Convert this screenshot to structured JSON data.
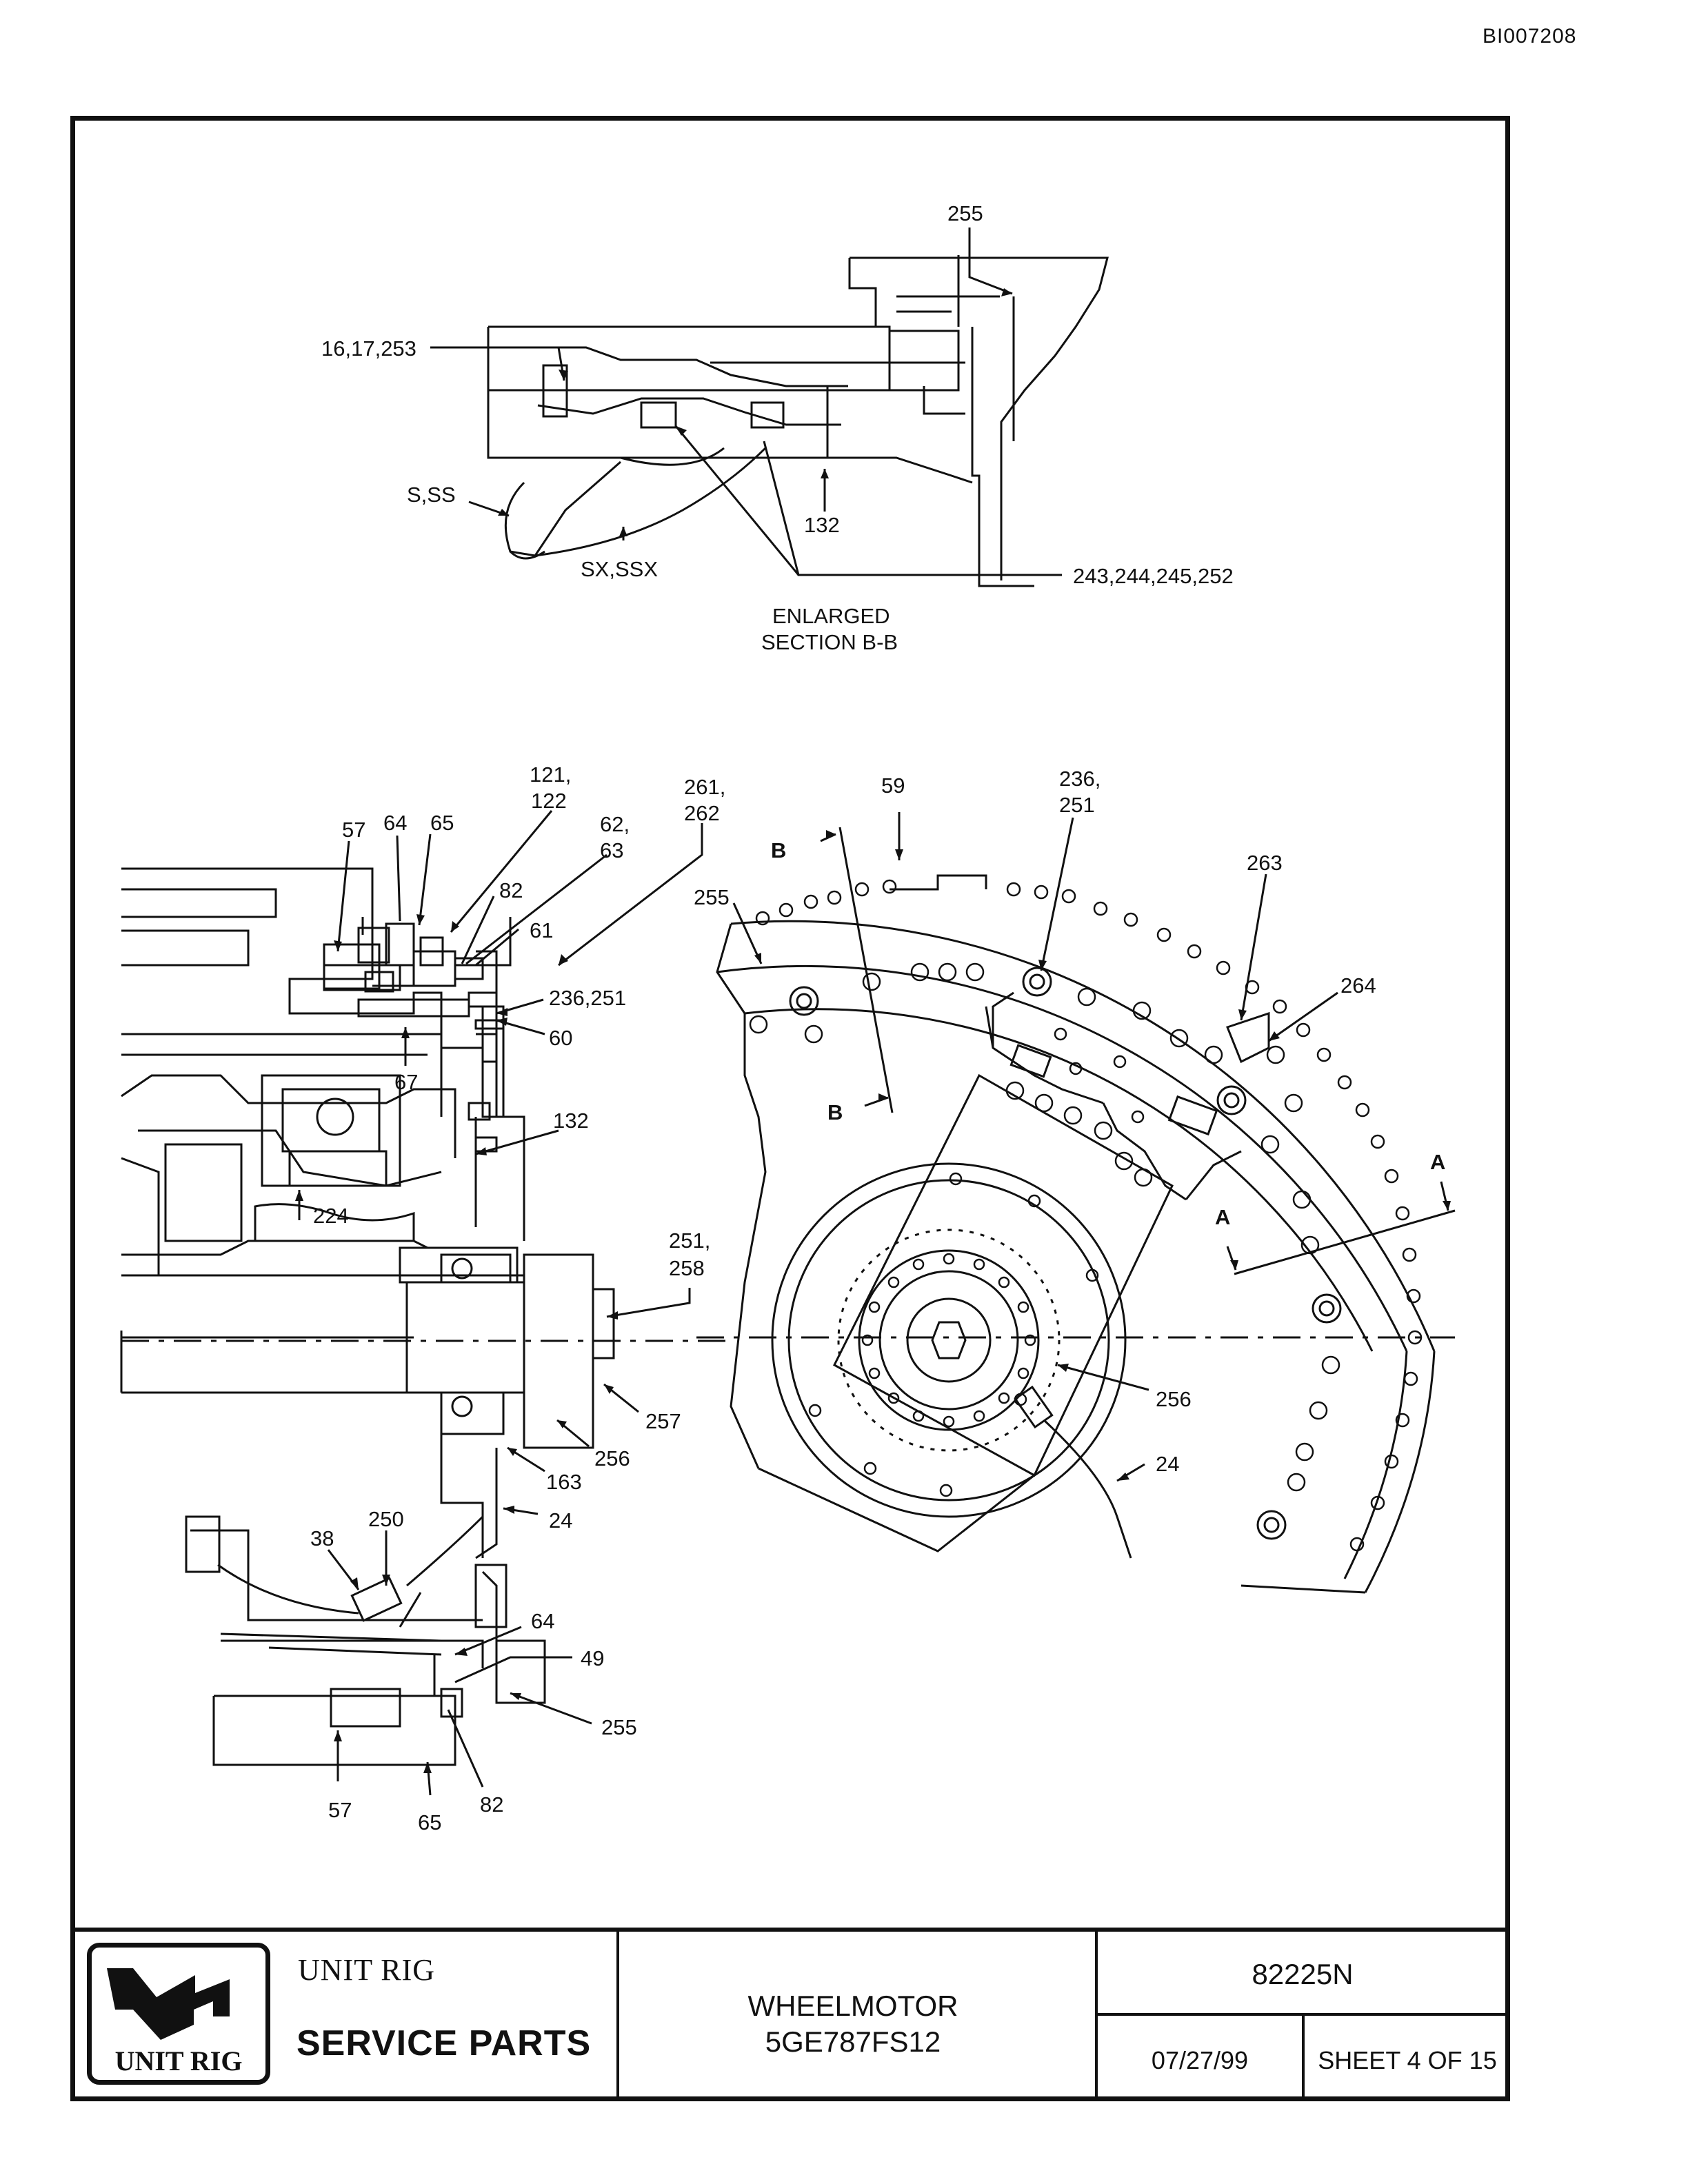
{
  "document": {
    "id": "BI007208"
  },
  "callouts": {
    "c255a": "255",
    "c16": "16,17,253",
    "sss": "S,SS",
    "c132a": "132",
    "sxssx": "SX,SSX",
    "c243": "243,244,245,252",
    "section_line1": "ENLARGED",
    "section_line2": "SECTION B-B",
    "c121a": "121,",
    "c121b": "122",
    "c261a": "261,",
    "c261b": "262",
    "c57a": "57",
    "c64a": "64",
    "c65a": "65",
    "c62a": "62,",
    "c62b": "63",
    "c82a": "82",
    "c61": "61",
    "c236a": "236,251",
    "c60": "60",
    "c67": "67",
    "c132b": "132",
    "c224": "224",
    "c251a": "251,",
    "c251b": "258",
    "c257": "257",
    "c256a": "256",
    "c163": "163",
    "c24a": "24",
    "c250": "250",
    "c38": "38",
    "c64b": "64",
    "c49": "49",
    "c255c": "255",
    "c57b": "57",
    "c65b": "65",
    "c82b": "82",
    "c59": "59",
    "c236b1": "236,",
    "c236b2": "251",
    "c255b": "255",
    "c263": "263",
    "c264": "264",
    "secB1": "B",
    "secB2": "B",
    "secA1": "A",
    "secA2": "A",
    "c256b": "256",
    "c24b": "24"
  },
  "title_block": {
    "logo_text": "UNIT RIG",
    "company": "UNIT RIG",
    "department": "SERVICE PARTS",
    "title_line1": "WHEELMOTOR",
    "title_line2": "5GE787FS12",
    "drawing_number": "82225N",
    "date": "07/27/99",
    "sheet": "SHEET 4 OF 15"
  }
}
